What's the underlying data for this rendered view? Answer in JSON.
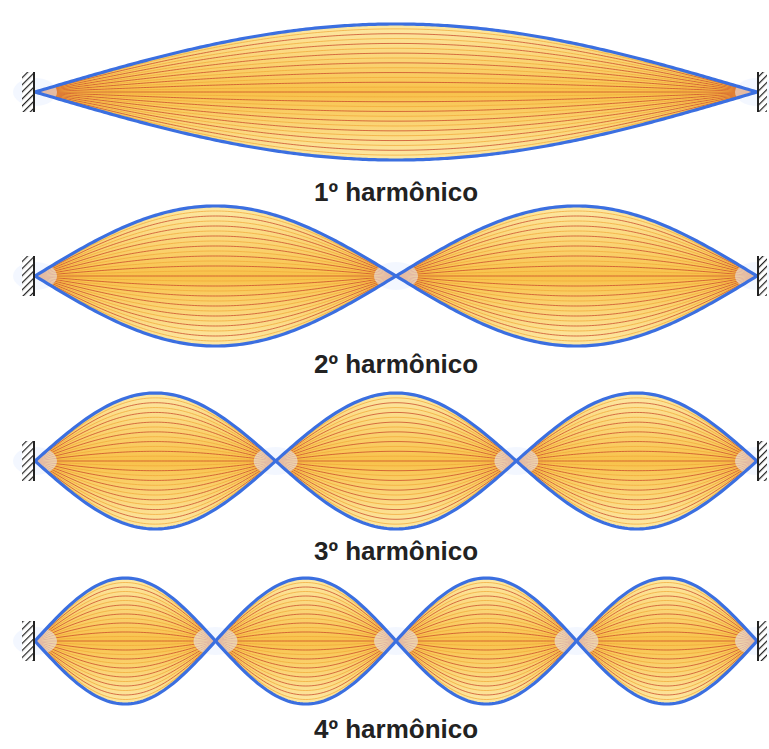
{
  "diagram": {
    "labels": [
      "1º harmônico",
      "2º harmônico",
      "3º harmônico",
      "4º harmônico"
    ]
  }
}
